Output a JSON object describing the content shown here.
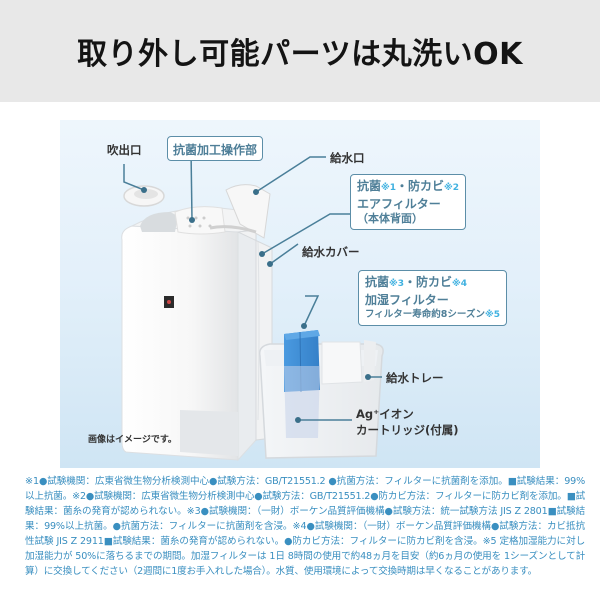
{
  "header": {
    "title": "取り外し可能パーツは丸洗いOK"
  },
  "colors": {
    "header_bg": "#e8e8e8",
    "panel_bg": "#e3f0fa",
    "leader_line": "#4a7f99",
    "box_border": "#5c8ea8",
    "box_text": "#4f7f98",
    "note_marker": "#3fb1e0",
    "filter_blue": "#3f8fd6",
    "footnote_text": "#3a8fc0"
  },
  "labels": {
    "outlet": "吹出口",
    "control_panel": "抗菌加工操作部",
    "water_inlet": "給水口",
    "water_cover": "給水カバー",
    "water_tray": "給水トレー",
    "ag_cartridge_line1": "Ag⁺イオン",
    "ag_cartridge_line2": "カートリッジ(付属)"
  },
  "air_filter_box": {
    "line1_a": "抗菌",
    "note1": "※1",
    "line1_b": "・防カビ",
    "note2": "※2",
    "line2": "エアフィルター",
    "line3": "（本体背面）"
  },
  "humid_filter_box": {
    "line1_a": "抗菌",
    "note3": "※3",
    "line1_b": "・防カビ",
    "note4": "※4",
    "line2": "加湿フィルター",
    "line3": "フィルター寿命約8シーズン",
    "note5": "※5"
  },
  "caption": "画像はイメージです。",
  "footnote": "※1●試験機関：広東省微生物分析検測中心●試験方法：GB/T21551.2 ●抗菌方法：フィルターに抗菌剤を添加。■試験結果：99%以上抗菌。※2●試験機関：広東省微生物分析検測中心●試験方法：GB/T21551.2●防カビ方法：フィルターに防カビ剤を添加。■試験結果：菌糸の発育が認められない。※3●試験機関：（一財）ボーケン品質評価機構●試験方法：統一試験方法 JIS Z 2801■試験結果：99%以上抗菌。●抗菌方法：フィルターに抗菌剤を含浸。※4●試験機関：（一財）ボーケン品質評価機構●試験方法：カビ抵抗性試験 JIS Z 2911■試験結果：菌糸の発育が認められない。●防カビ方法：フィルターに防カビ剤を含浸。※5 定格加湿能力に対し加湿能力が 50%に落ちるまでの期間。加湿フィルターは 1日 8時間の使用で約48ヵ月を目安（約6ヵ月の使用を 1シーズンとして計算）に交換してください（2週間に1度お手入れした場合）。水質、使用環境によって交換時期は早くなることがあります。"
}
